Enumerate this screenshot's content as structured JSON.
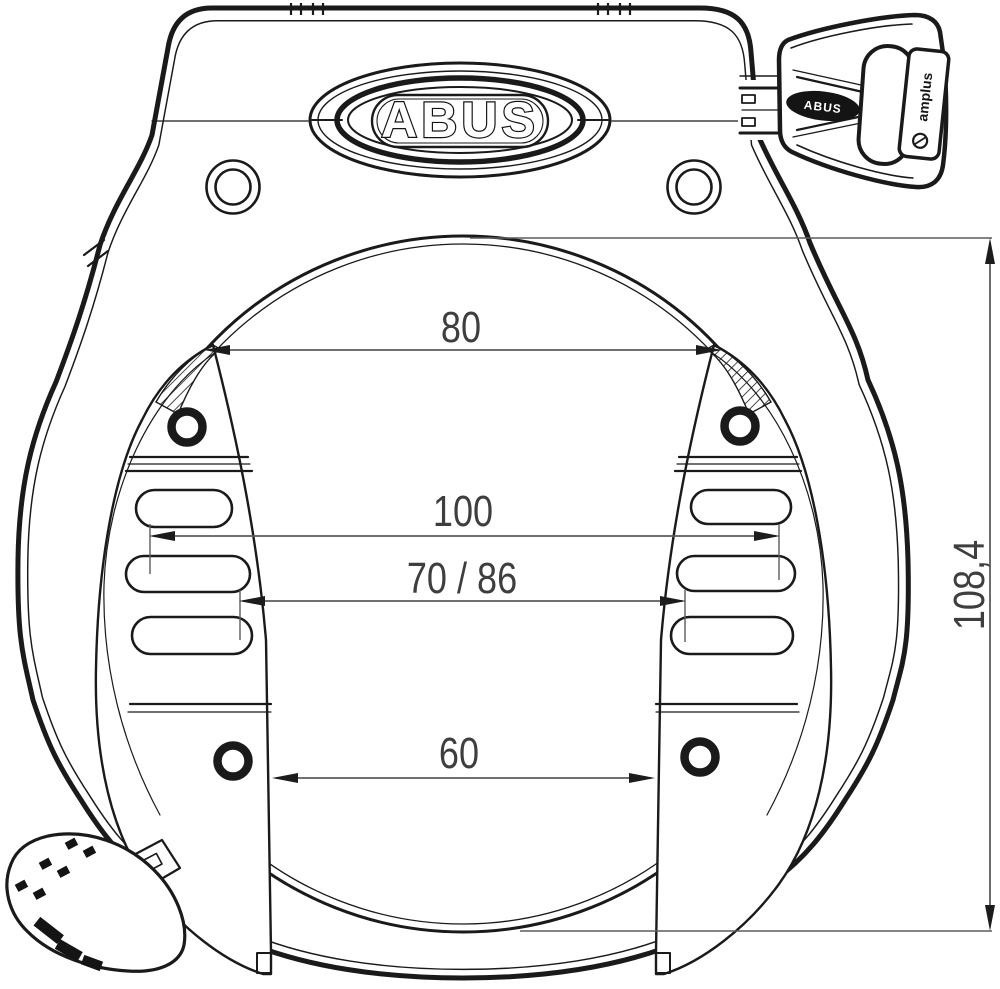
{
  "page": {
    "background": "#ffffff"
  },
  "drawing": {
    "title": "ABUS bicycle frame lock - dimensioned technical drawing",
    "brand": "ABUS",
    "line_color": "#1a1a1a",
    "dimension_line_color": "#5c5c5c",
    "label_color": "#3e3e3e",
    "badge": {
      "text": "ABUS"
    },
    "key": {
      "insert_text": "ABUS",
      "side_text": "amplus"
    },
    "dimensions": {
      "opening_width_top": {
        "label": "80"
      },
      "mounting_span_outer": {
        "label": "100"
      },
      "mounting_span_inner": {
        "label": "70 / 86"
      },
      "channel_width": {
        "label": "60"
      },
      "opening_height": {
        "label": "108,4"
      }
    }
  }
}
